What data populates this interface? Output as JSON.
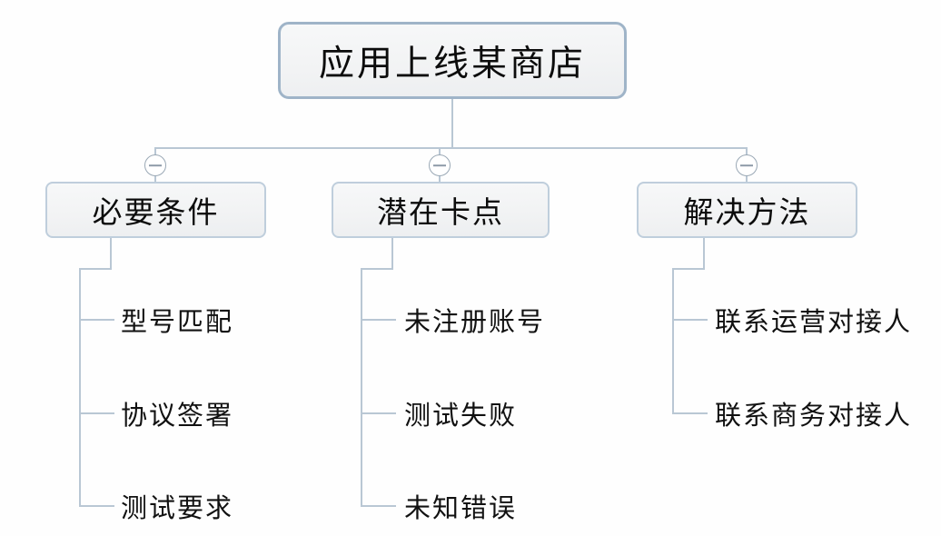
{
  "diagram": {
    "type": "mindmap",
    "title": "应用上线某商店",
    "background_color": "#fdfdfd",
    "line_color": "#b9c7d4",
    "root_border_color": "#9fb4c8",
    "node_border_color": "#bfcedc",
    "node_fill_color": "#f4f5f6",
    "text_color": "#111111",
    "root": {
      "label": "应用上线某商店"
    },
    "branches": [
      {
        "label": "必要条件",
        "toggle": "collapse-toggle-minus",
        "children": [
          {
            "label": "型号匹配"
          },
          {
            "label": "协议签署"
          },
          {
            "label": "测试要求"
          }
        ]
      },
      {
        "label": "潜在卡点",
        "toggle": "collapse-toggle-minus",
        "children": [
          {
            "label": "未注册账号"
          },
          {
            "label": "测试失败"
          },
          {
            "label": "未知错误"
          }
        ]
      },
      {
        "label": "解决方法",
        "toggle": "collapse-toggle-minus",
        "children": [
          {
            "label": "联系运营对接人"
          },
          {
            "label": "联系商务对接人"
          }
        ]
      }
    ]
  }
}
